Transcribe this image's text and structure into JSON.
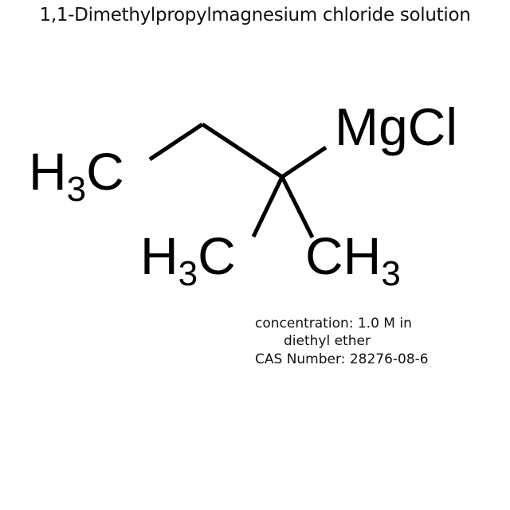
{
  "title": "1,1-Dimethylpropylmagnesium chloride solution",
  "structure": {
    "labels": {
      "left_methyl": {
        "main": "H",
        "sub": "3",
        "tail": "C"
      },
      "bottom_left_methyl": {
        "main": "H",
        "sub": "3",
        "tail": "C"
      },
      "bottom_right_methyl": {
        "main": "CH",
        "sub": "3"
      },
      "metal_group": "MgCl"
    }
  },
  "info": {
    "concentration_line1": "concentration: 1.0 M in",
    "concentration_line2": "diethyl ether",
    "cas": "CAS Number: 28276-08-6"
  }
}
